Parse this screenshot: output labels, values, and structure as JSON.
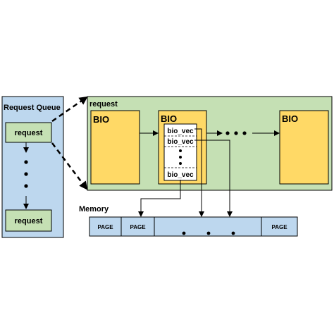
{
  "request_queue": {
    "title": "Request Queue",
    "request_top": "request",
    "request_bottom": "request"
  },
  "request_box": {
    "title": "request",
    "bio_left": "BIO",
    "bio_middle": "BIO",
    "bio_right": "BIO",
    "bio_vec_labels": [
      "bio_vec",
      "bio_vec",
      "bio_vec"
    ]
  },
  "memory": {
    "title": "Memory",
    "page_labels": [
      "PAGE",
      "PAGE",
      "PAGE"
    ]
  },
  "colors": {
    "queue_bg": "#bdd7ee",
    "request_bg": "#c5e0b4",
    "bio_fill": "#ffd966",
    "memory_bg": "#bdd7ee",
    "white_box": "#ffffff"
  }
}
